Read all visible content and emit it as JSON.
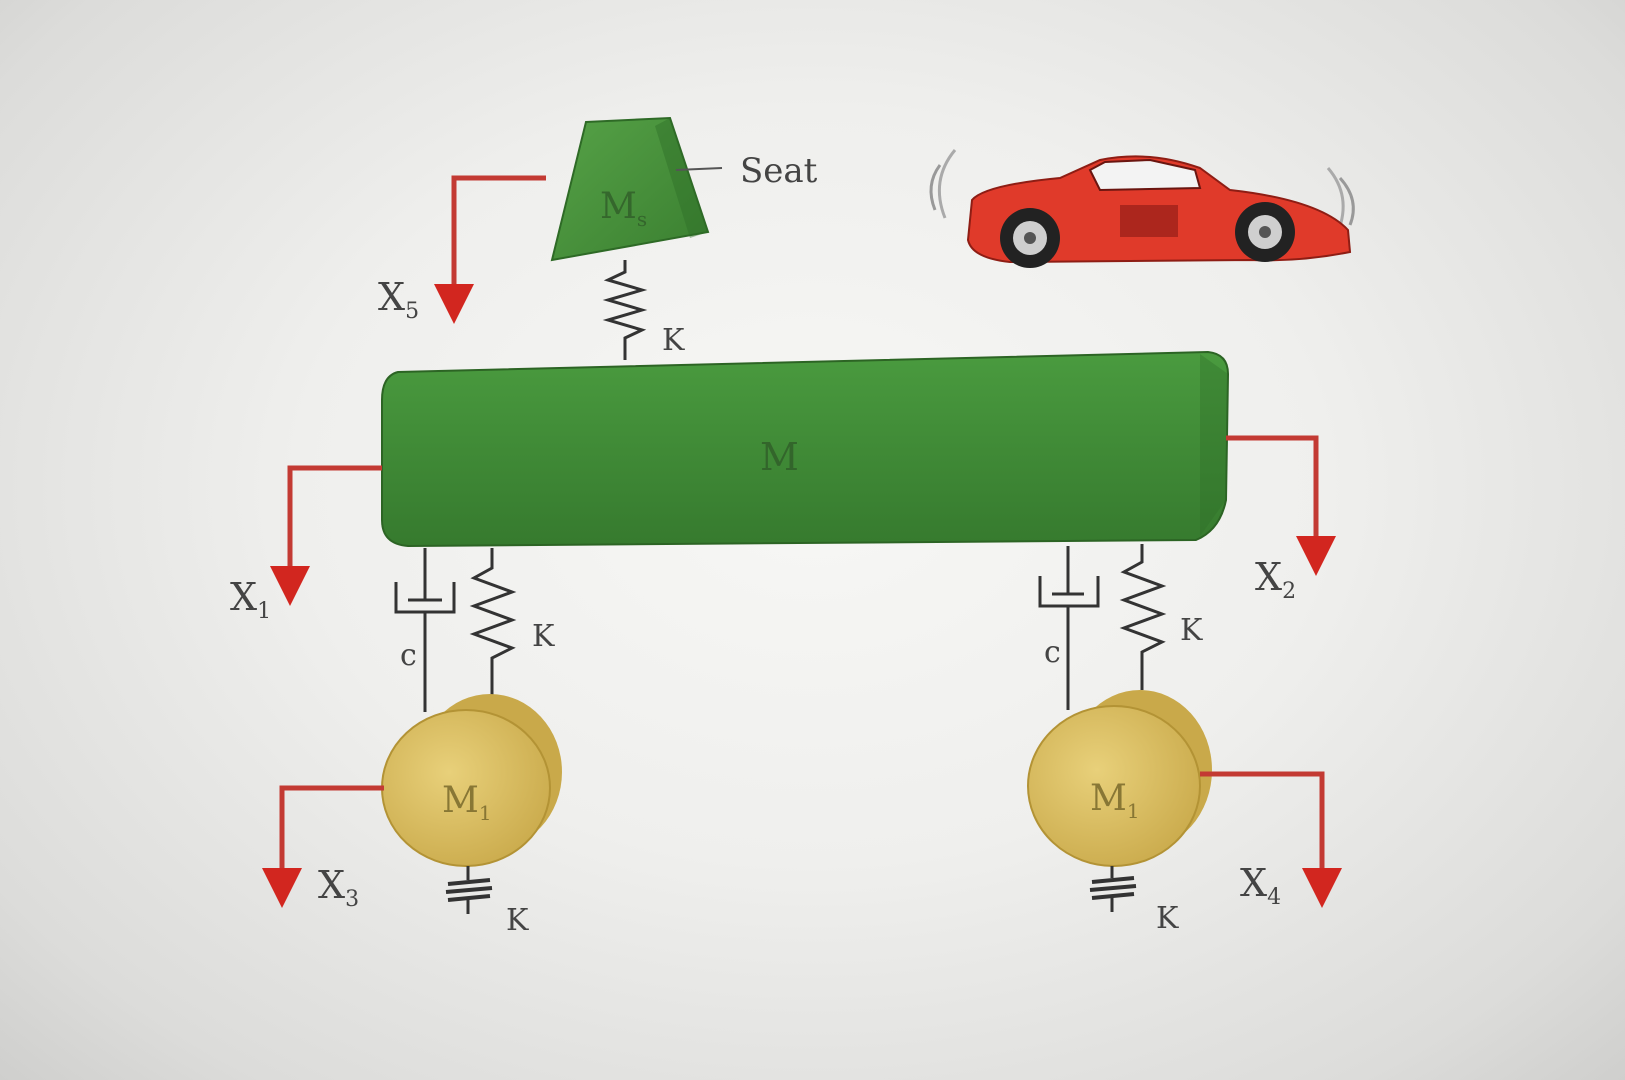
{
  "diagram": {
    "seat_label": "Seat",
    "seat_mass": "M",
    "seat_mass_sub": "s",
    "body_mass": "M",
    "wheel_left_mass": "M",
    "wheel_left_mass_sub": "1",
    "wheel_right_mass": "M",
    "wheel_right_mass_sub": "1",
    "spring_label": "K",
    "damper_label": "c",
    "x_labels": {
      "x5": {
        "main": "X",
        "sub": "5"
      },
      "x1": {
        "main": "X",
        "sub": "1"
      },
      "x2": {
        "main": "X",
        "sub": "2"
      },
      "x3": {
        "main": "X",
        "sub": "3"
      },
      "x4": {
        "main": "X",
        "sub": "4"
      }
    }
  },
  "colors": {
    "mass_green": "#3f8a35",
    "wheel_tan": "#d8bd60",
    "arrow_red": "#cc2b24",
    "car_red": "#e03a2a"
  }
}
